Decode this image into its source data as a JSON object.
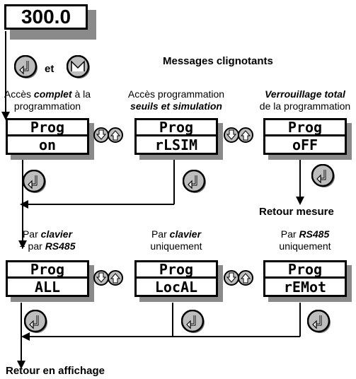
{
  "value_display": "300.0",
  "keys_conjunction": "et",
  "title": "Messages clignotants",
  "row1": [
    {
      "caption": [
        [
          "Accès ",
          ""
        ],
        [
          "complet",
          "bi"
        ],
        [
          " à la",
          ""
        ],
        [
          "\n",
          ""
        ],
        [
          "programmation",
          ""
        ]
      ],
      "mode": "on"
    },
    {
      "caption": [
        [
          "Accès programmation",
          ""
        ],
        [
          "\n",
          ""
        ],
        [
          "seuils et simulation",
          "bi"
        ]
      ],
      "mode": "rLSIM"
    },
    {
      "caption": [
        [
          "Verrouillage total",
          "bi"
        ],
        [
          "\n",
          ""
        ],
        [
          "de la programmation",
          ""
        ]
      ],
      "mode": "oFF"
    }
  ],
  "row2": [
    {
      "caption": [
        [
          "Par ",
          ""
        ],
        [
          "clavier",
          "bi"
        ],
        [
          "\n",
          ""
        ],
        [
          "+ par ",
          ""
        ],
        [
          "RS485",
          "bi"
        ]
      ],
      "mode": "ALL"
    },
    {
      "caption": [
        [
          "Par ",
          ""
        ],
        [
          "clavier",
          "bi"
        ],
        [
          "\n",
          ""
        ],
        [
          "uniquement",
          ""
        ]
      ],
      "mode": "LocAL"
    },
    {
      "caption": [
        [
          "Par ",
          ""
        ],
        [
          "RS485",
          "bi"
        ],
        [
          "\n",
          ""
        ],
        [
          "uniquement",
          ""
        ]
      ],
      "mode": "rEMot"
    }
  ],
  "prog_label": "Prog",
  "retour_mesure": "Retour mesure",
  "retour_affichage": "Retour en affichage"
}
